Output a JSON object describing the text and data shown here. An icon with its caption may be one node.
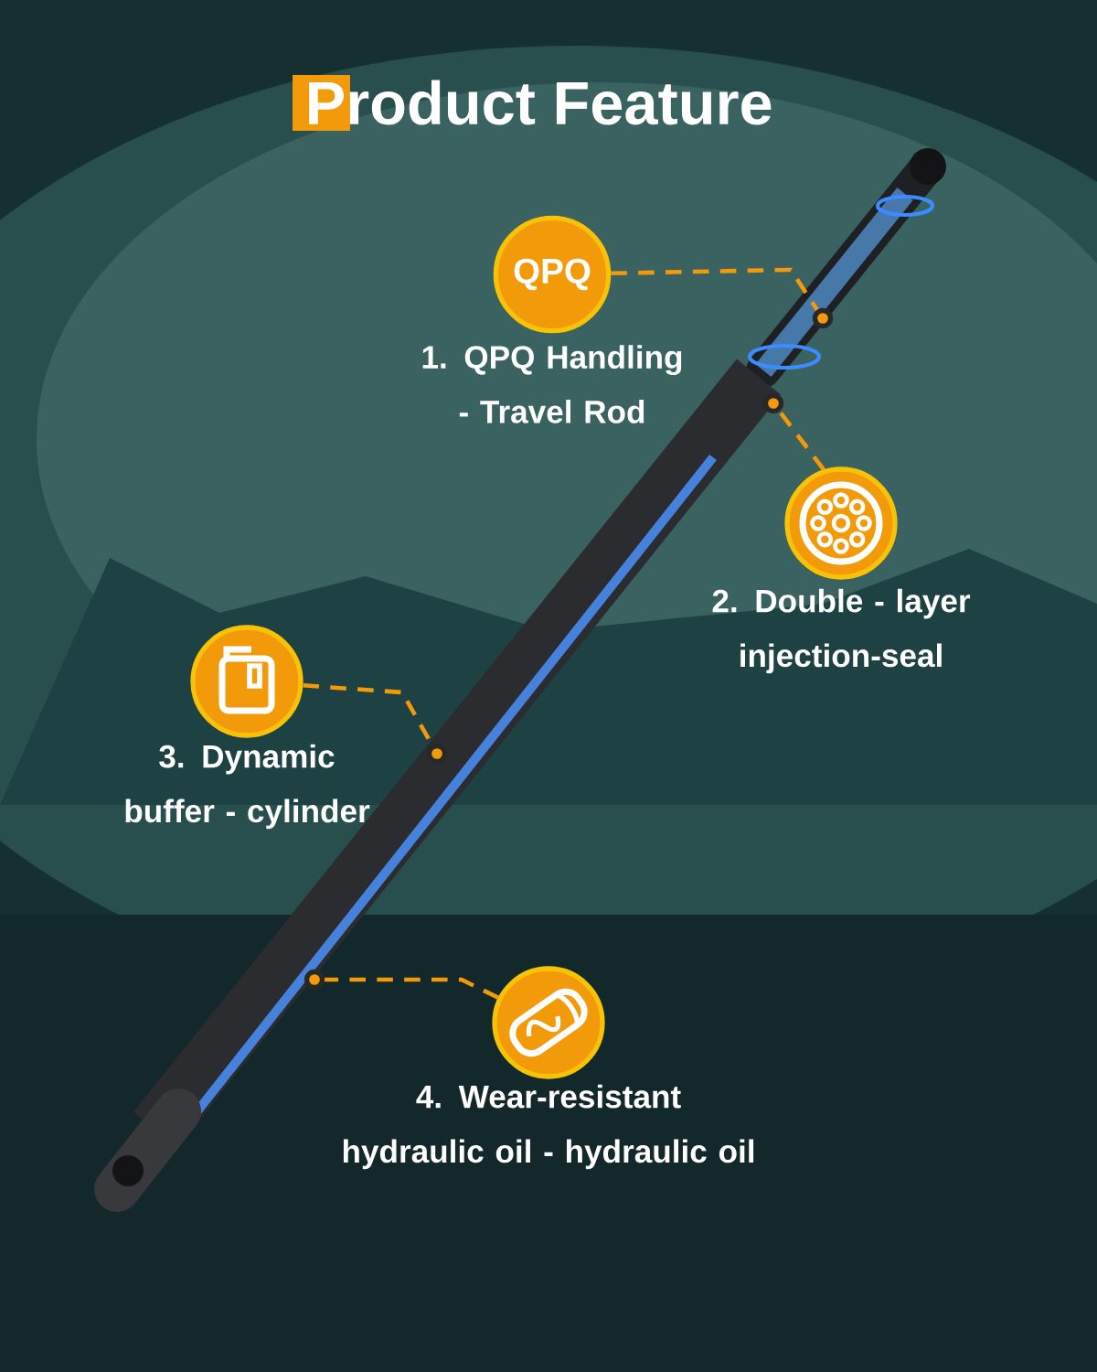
{
  "diagram": {
    "title": "Product Feature",
    "nodes": [
      {
        "text": [
          "QPQ",
          "1. QPQ Handling - Travel Rod"
        ]
      },
      {
        "text": [],
        "shape": "circle"
      },
      {
        "text": [
          "2. Double - layer injection-seal"
        ]
      },
      {
        "text": [],
        "shape": "circle"
      },
      {
        "text": [
          "3. Dynamic buffer - cylinder"
        ]
      },
      {
        "text": [],
        "shape": "circle"
      },
      {
        "text": [
          "4. Wear-resistant hydraulic oil - hydraulic oil"
        ]
      },
      {
        "text": [],
        "shape": "circle"
      }
    ],
    "edges": [
      {
        "from": 0,
        "to": 1,
        "arrow": "none",
        "style": "dashed"
      },
      {
        "from": 2,
        "to": 3,
        "arrow": "none",
        "style": "dashed"
      },
      {
        "from": 4,
        "to": 5,
        "arrow": "none",
        "style": "dashed"
      },
      {
        "from": 6,
        "to": 7,
        "arrow": "none",
        "style": "dashed"
      }
    ]
  }
}
